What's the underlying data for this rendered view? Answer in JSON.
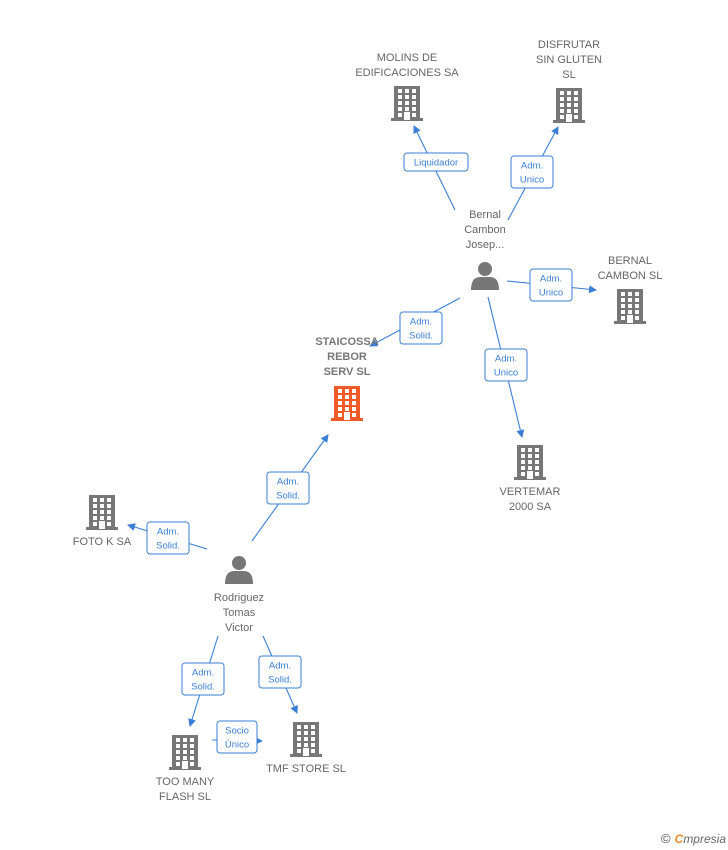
{
  "colors": {
    "edge": "#3a7fd5",
    "building": "#777777",
    "focus_building": "#f05a28",
    "person": "#777777",
    "label": "#666666"
  },
  "nodes": {
    "molins": {
      "lines": [
        "MOLINS DE",
        "EDIFICACIONES SA"
      ],
      "icon": "building-icon"
    },
    "disfrutar": {
      "lines": [
        "DISFRUTAR",
        "SIN GLUTEN",
        "SL"
      ],
      "icon": "building-icon"
    },
    "bernal_p": {
      "lines": [
        "Bernal",
        "Cambon",
        "Josep..."
      ],
      "icon": "person-icon"
    },
    "bernal_sl": {
      "lines": [
        "BERNAL",
        "CAMBON SL"
      ],
      "icon": "building-icon"
    },
    "staicossa": {
      "lines": [
        "STAICOSSA",
        "REBOR",
        "SERV  SL"
      ],
      "icon": "building-icon"
    },
    "vertemar": {
      "lines": [
        "VERTEMAR",
        "2000 SA"
      ],
      "icon": "building-icon"
    },
    "fotok": {
      "lines": [
        "FOTO K SA"
      ],
      "icon": "building-icon"
    },
    "rodriguez": {
      "lines": [
        "Rodriguez",
        "Tomas",
        "Victor"
      ],
      "icon": "person-icon"
    },
    "toomany": {
      "lines": [
        "TOO MANY",
        "FLASH SL"
      ],
      "icon": "building-icon"
    },
    "tmf": {
      "lines": [
        "TMF STORE  SL"
      ],
      "icon": "building-icon"
    }
  },
  "edges": [
    {
      "id": "e1",
      "lines": [
        "Liquidador"
      ]
    },
    {
      "id": "e2",
      "lines": [
        "Adm.",
        "Unico"
      ]
    },
    {
      "id": "e3",
      "lines": [
        "Adm.",
        "Unico"
      ]
    },
    {
      "id": "e4",
      "lines": [
        "Adm.",
        "Solid."
      ]
    },
    {
      "id": "e5",
      "lines": [
        "Adm.",
        "Unico"
      ]
    },
    {
      "id": "e6",
      "lines": [
        "Adm.",
        "Solid."
      ]
    },
    {
      "id": "e7",
      "lines": [
        "Adm.",
        "Solid."
      ]
    },
    {
      "id": "e8",
      "lines": [
        "Adm.",
        "Solid."
      ]
    },
    {
      "id": "e9",
      "lines": [
        "Adm.",
        "Solid."
      ]
    },
    {
      "id": "e10",
      "lines": [
        "Socio",
        "Único"
      ]
    }
  ],
  "watermark": {
    "copyright": "©",
    "brand_first": "C",
    "brand_rest": "mpresia"
  }
}
